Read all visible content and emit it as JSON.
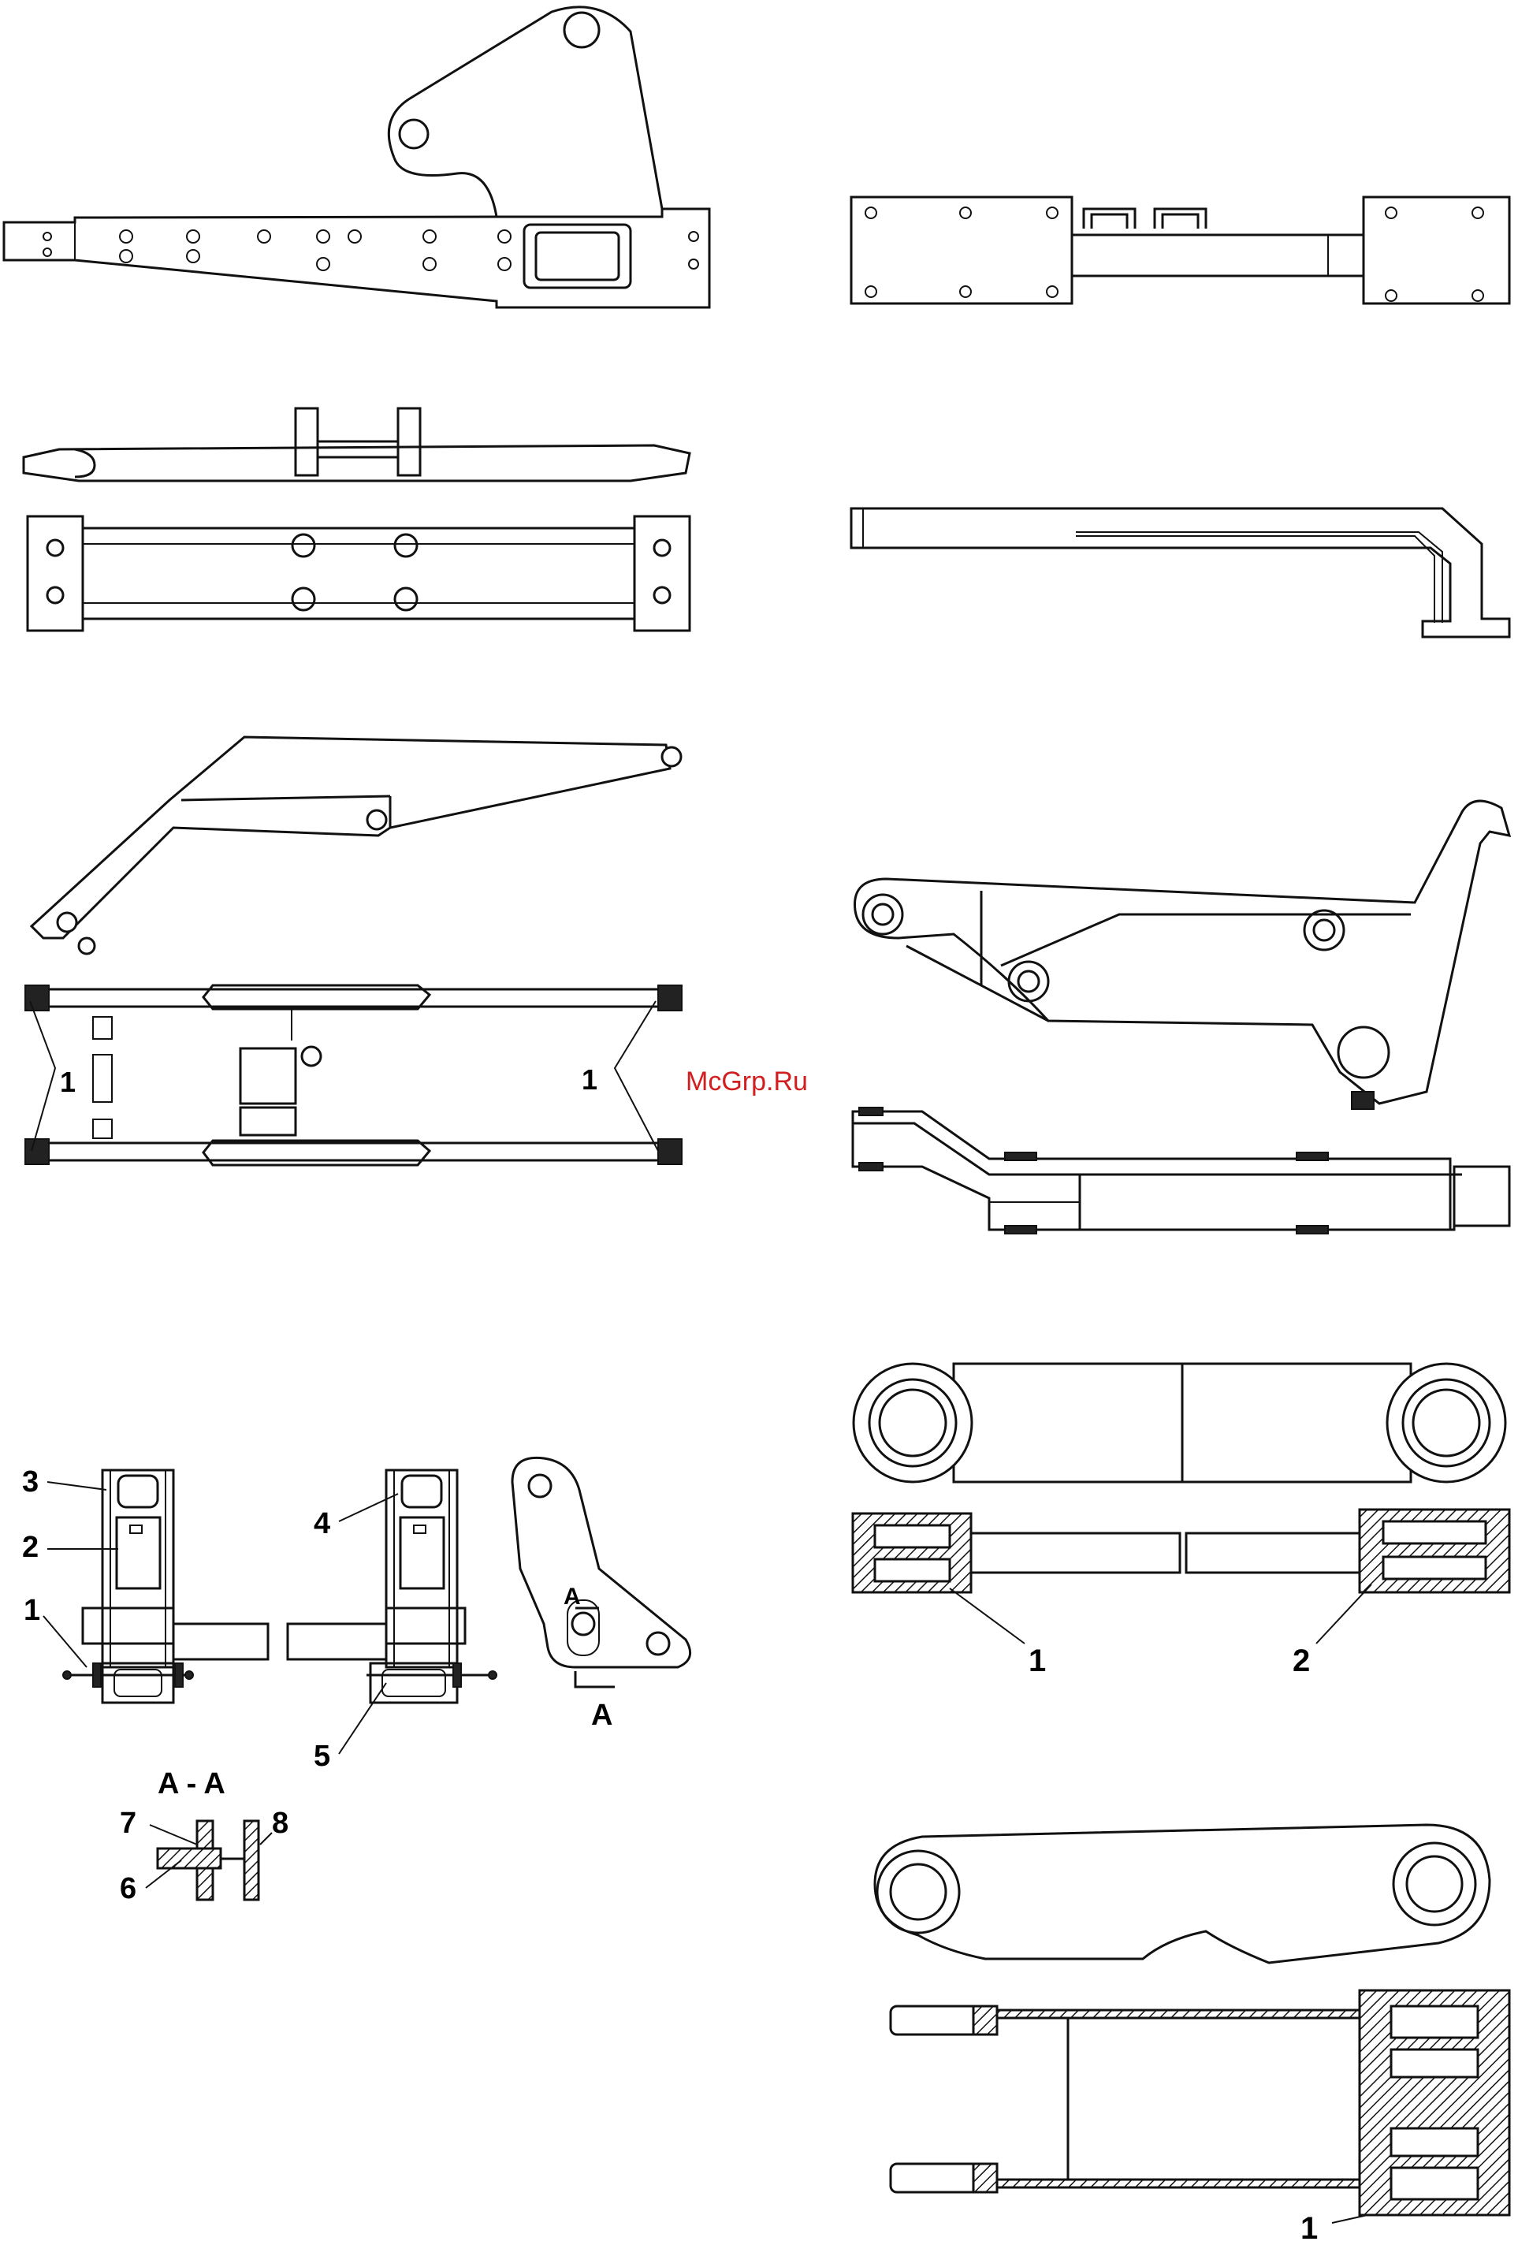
{
  "watermark": "McGrp.Ru",
  "section_title": "A - A",
  "section_mark": "A",
  "callouts": {
    "boom_left": "1",
    "boom_right": "1",
    "link_1": "1",
    "link_2": "2",
    "link_3": "3",
    "link_4": "4",
    "link_5": "5",
    "link_6": "6",
    "link_7": "7",
    "link_8": "8",
    "rod_1": "1",
    "rod_2": "2",
    "bellcrank_1": "1"
  }
}
